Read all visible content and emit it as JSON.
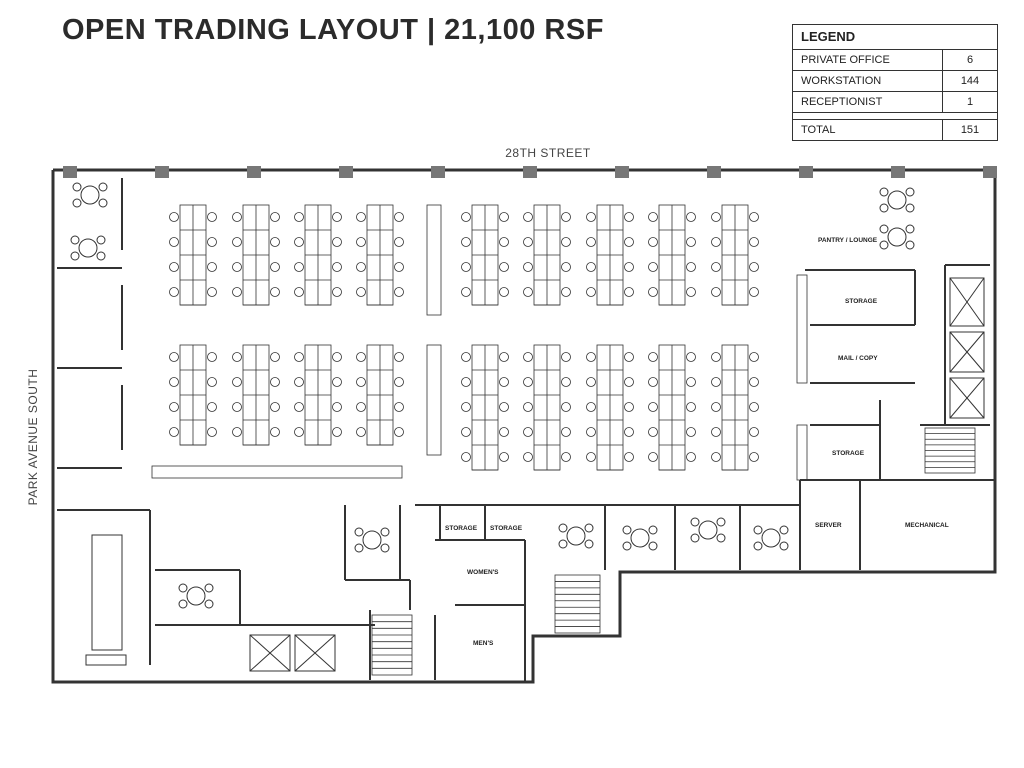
{
  "title": "OPEN TRADING LAYOUT  |  21,100 RSF",
  "legend": {
    "heading": "LEGEND",
    "rows": [
      {
        "label": "PRIVATE OFFICE",
        "value": "6"
      },
      {
        "label": "WORKSTATION",
        "value": "144"
      },
      {
        "label": "RECEPTIONIST",
        "value": "1"
      }
    ],
    "total": {
      "label": "TOTAL",
      "value": "151"
    }
  },
  "streets": {
    "top": "28TH STREET",
    "side": "PARK AVENUE SOUTH"
  },
  "rooms": {
    "pantry": "PANTRY / LOUNGE",
    "storage_a": "STORAGE",
    "mail_copy": "MAIL / COPY",
    "storage_b": "STORAGE",
    "server": "SERVER",
    "mechanical": "MECHANICAL",
    "storage_c": "STORAGE",
    "storage_d": "STORAGE",
    "womens": "WOMEN'S",
    "mens": "MEN'S"
  }
}
